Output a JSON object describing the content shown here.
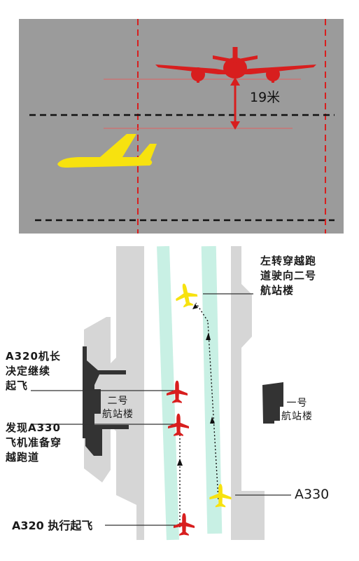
{
  "top_panel": {
    "distance_label": "19米",
    "colors": {
      "ground": "#9b9b9b",
      "red_plane": "#d81e1e",
      "yellow_plane": "#f7e20f",
      "centerline": "#d81e1e",
      "edge_line": "#111111"
    },
    "icons": [
      "red-airliner-icon",
      "yellow-airliner-icon"
    ]
  },
  "bottom_panel": {
    "labels": {
      "yellow_turn": [
        "左转穿越跑",
        "道驶向二号",
        "航站楼"
      ],
      "a320_continue": [
        "A320机长",
        "决定继续",
        "起飞"
      ],
      "found_a330": [
        "发现A330",
        "飞机准备穿",
        "越跑道"
      ],
      "a330": "A330",
      "a320_takeoff": "A320 执行起飞",
      "terminal_2": [
        "二号",
        "航站楼"
      ],
      "terminal_1": [
        "一号",
        "航站楼"
      ]
    },
    "colors": {
      "runway": "#c8f0e4",
      "ground": "#d6d6d6",
      "building": "#333333",
      "red_plane": "#d81e1e",
      "yellow_plane": "#f7e20f"
    },
    "icons": [
      "red-plane-icon",
      "yellow-plane-icon",
      "path-arrow-icon"
    ]
  }
}
